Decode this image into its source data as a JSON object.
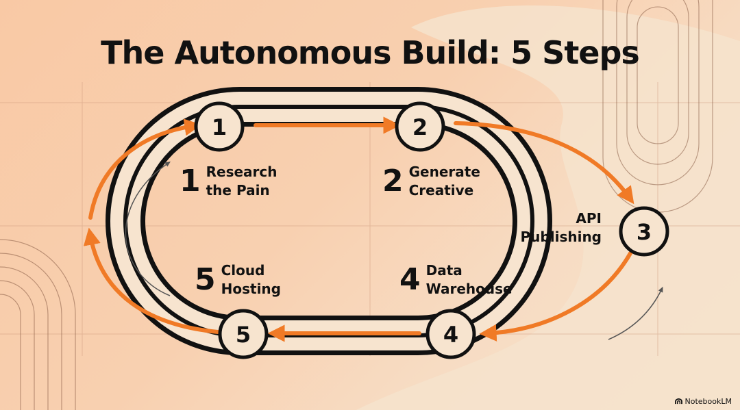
{
  "title": "The Autonomous Build: 5 Steps",
  "nodes": [
    "1",
    "2",
    "3",
    "4",
    "5"
  ],
  "steps": [
    {
      "number": "1",
      "line1": "Research",
      "line2": "the Pain"
    },
    {
      "number": "2",
      "line1": "Generate",
      "line2": "Creative"
    },
    {
      "number": "",
      "line1": "API",
      "line2": "Publishing"
    },
    {
      "number": "4",
      "line1": "Data",
      "line2": "Warehouse"
    },
    {
      "number": "5",
      "line1": "Cloud",
      "line2": "Hosting"
    }
  ],
  "brand": "NotebookLM",
  "colors": {
    "accent": "#f07a26",
    "track": "#111111",
    "cream": "#f7e4cf",
    "background": "#f8cda9"
  }
}
